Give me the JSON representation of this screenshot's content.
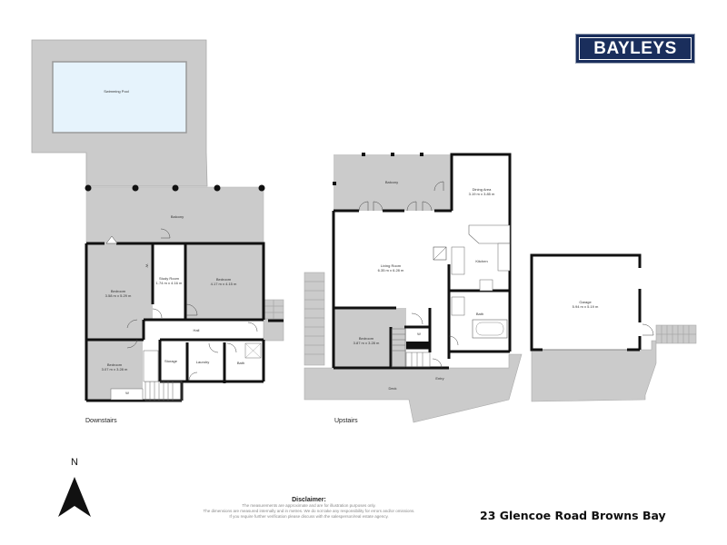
{
  "brand": {
    "logo_text": "BAYLEYS",
    "color": "#1a2e5c"
  },
  "address": "23 Glencoe Road Browns Bay",
  "compass": {
    "label": "N"
  },
  "disclaimer": {
    "title": "Disclaimer:",
    "lines": [
      "The measurements are approximate and are for illustration purposes only.",
      "The dimensions are measured internally and in metres. We do not take any responsibility for errors and/or omissions.",
      "If you require further verification please discuss with the salesperson/real estate agency."
    ]
  },
  "floors": {
    "downstairs": {
      "caption": "Downstairs",
      "rooms": [
        {
          "name": "Swimming Pool",
          "dims": ""
        },
        {
          "name": "Balcony",
          "dims": ""
        },
        {
          "name": "Bedroom",
          "dims": "3.58 m x 5.29 m"
        },
        {
          "name": "Study Room",
          "dims": "1.74 m x 4.16 m"
        },
        {
          "name": "Bedroom",
          "dims": "4.17 m x 4.15 m"
        },
        {
          "name": "Hall",
          "dims": ""
        },
        {
          "name": "Bedroom",
          "dims": "3.07 m x 3.28 m"
        },
        {
          "name": "Storage",
          "dims": ""
        },
        {
          "name": "Laundry",
          "dims": ""
        },
        {
          "name": "Bath",
          "dims": ""
        },
        {
          "name": "W",
          "dims": ""
        },
        {
          "name": "W",
          "dims": ""
        }
      ]
    },
    "upstairs": {
      "caption": "Upstairs",
      "rooms": [
        {
          "name": "Balcony",
          "dims": ""
        },
        {
          "name": "Dining Area",
          "dims": "3.19 m x 3.85 m"
        },
        {
          "name": "Living Room",
          "dims": "6.35 m x 6.28 m"
        },
        {
          "name": "Kitchen",
          "dims": ""
        },
        {
          "name": "Bath",
          "dims": ""
        },
        {
          "name": "Bedroom",
          "dims": "3.87 m x 3.28 m"
        },
        {
          "name": "W",
          "dims": ""
        },
        {
          "name": "Entry",
          "dims": ""
        },
        {
          "name": "Deck",
          "dims": ""
        }
      ]
    },
    "garage": {
      "rooms": [
        {
          "name": "Garage",
          "dims": "5.94 m x 5.19 m"
        }
      ]
    }
  }
}
